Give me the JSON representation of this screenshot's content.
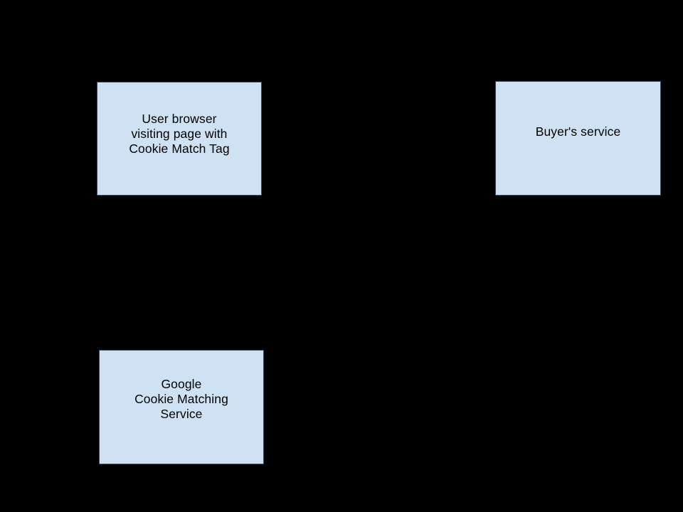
{
  "diagram": {
    "background_color": "#000000",
    "node_fill_color": "#cfe2f3",
    "node_border_color": "#3c4d5d",
    "text_color": "#000000",
    "nodes": [
      {
        "id": "user-browser",
        "lines": [
          "User browser",
          "visiting page with",
          "Cookie Match Tag"
        ]
      },
      {
        "id": "buyers-service",
        "lines": [
          "Buyer's service"
        ]
      },
      {
        "id": "google-cookie-matching-service",
        "lines": [
          "Google",
          "Cookie Matching",
          "Service"
        ]
      }
    ]
  }
}
